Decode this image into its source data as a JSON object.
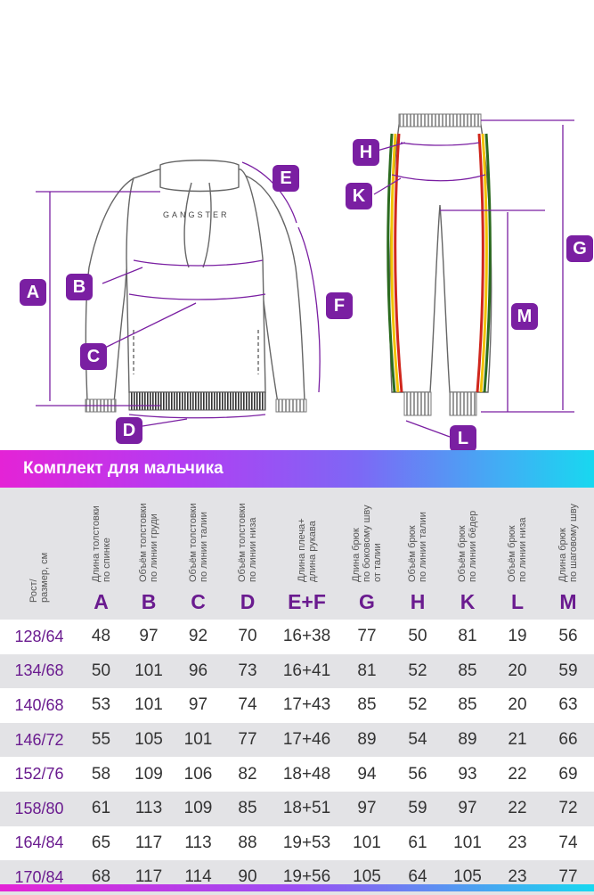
{
  "diagram": {
    "brand": "GANGSTER",
    "markers": [
      "A",
      "B",
      "C",
      "D",
      "E",
      "F",
      "G",
      "H",
      "K",
      "L",
      "M"
    ]
  },
  "banner": {
    "title": "Комплект для мальчика"
  },
  "table": {
    "size_header": "Рост/\nразмер, см",
    "columns": [
      {
        "letter": "A",
        "label": "Длина толстовки\nпо спинке"
      },
      {
        "letter": "B",
        "label": "Объём толстовки\nпо линии груди"
      },
      {
        "letter": "C",
        "label": "Объём толстовки\nпо линии талии"
      },
      {
        "letter": "D",
        "label": "Объём толстовки\nпо линии низа"
      },
      {
        "letter": "E+F",
        "label": "Длина плеча+\nдлина рукава"
      },
      {
        "letter": "G",
        "label": "Длина брюк\nпо боковому шву\nот талии"
      },
      {
        "letter": "H",
        "label": "Объём брюк\nпо линии талии"
      },
      {
        "letter": "K",
        "label": "Объём брюк\nпо линии бёдер"
      },
      {
        "letter": "L",
        "label": "Объём брюк\nпо линии низа"
      },
      {
        "letter": "M",
        "label": "Длина брюк\nпо шаговому шву"
      }
    ],
    "rows": [
      [
        "128/64",
        "48",
        "97",
        "92",
        "70",
        "16+38",
        "77",
        "50",
        "81",
        "19",
        "56"
      ],
      [
        "134/68",
        "50",
        "101",
        "96",
        "73",
        "16+41",
        "81",
        "52",
        "85",
        "20",
        "59"
      ],
      [
        "140/68",
        "53",
        "101",
        "97",
        "74",
        "17+43",
        "85",
        "52",
        "85",
        "20",
        "63"
      ],
      [
        "146/72",
        "55",
        "105",
        "101",
        "77",
        "17+46",
        "89",
        "54",
        "89",
        "21",
        "66"
      ],
      [
        "152/76",
        "58",
        "109",
        "106",
        "82",
        "18+48",
        "94",
        "56",
        "93",
        "22",
        "69"
      ],
      [
        "158/80",
        "61",
        "113",
        "109",
        "85",
        "18+51",
        "97",
        "59",
        "97",
        "22",
        "72"
      ],
      [
        "164/84",
        "65",
        "117",
        "113",
        "88",
        "19+53",
        "101",
        "61",
        "101",
        "23",
        "74"
      ],
      [
        "170/84",
        "68",
        "117",
        "114",
        "90",
        "19+56",
        "105",
        "64",
        "105",
        "23",
        "77"
      ]
    ]
  },
  "colors": {
    "accent": "#7a1fa2",
    "header_bg": "#e3e3e6",
    "banner_from": "#e423d6",
    "banner_to": "#18d8f0"
  }
}
